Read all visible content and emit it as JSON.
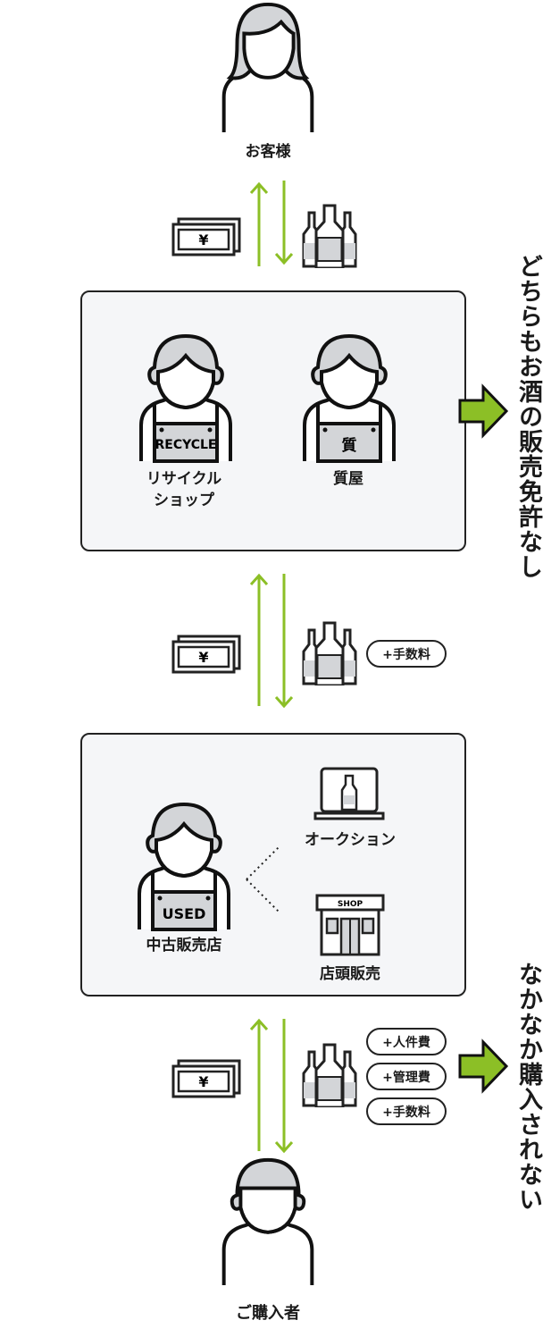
{
  "customer_label": "お客様",
  "shop_box": {
    "recycle": {
      "label_line1": "リサイクル",
      "label_line2": "ショップ",
      "apron_text": "RECYCLE"
    },
    "pawn": {
      "label": "質屋",
      "apron_text": "質"
    }
  },
  "fee_1": [
    "+手数料"
  ],
  "used_box": {
    "dealer": {
      "label": "中古販売店",
      "apron_text": "USED"
    },
    "auction_label": "オークション",
    "store_label": "店頭販売",
    "shop_sign": "SHOP"
  },
  "fees_2": [
    "+人件費",
    "+管理費",
    "+手数料"
  ],
  "note_1": "どちらもお酒の販売免許なし",
  "note_2": "なかなか購入されない",
  "buyer_label": "ご購入者",
  "yen_symbol": "¥",
  "colors": {
    "accent": "#8cbf26",
    "arrow_line": "#8cbf26",
    "box_bg": "#f5f6f8",
    "hair": "#d3d5d8"
  }
}
